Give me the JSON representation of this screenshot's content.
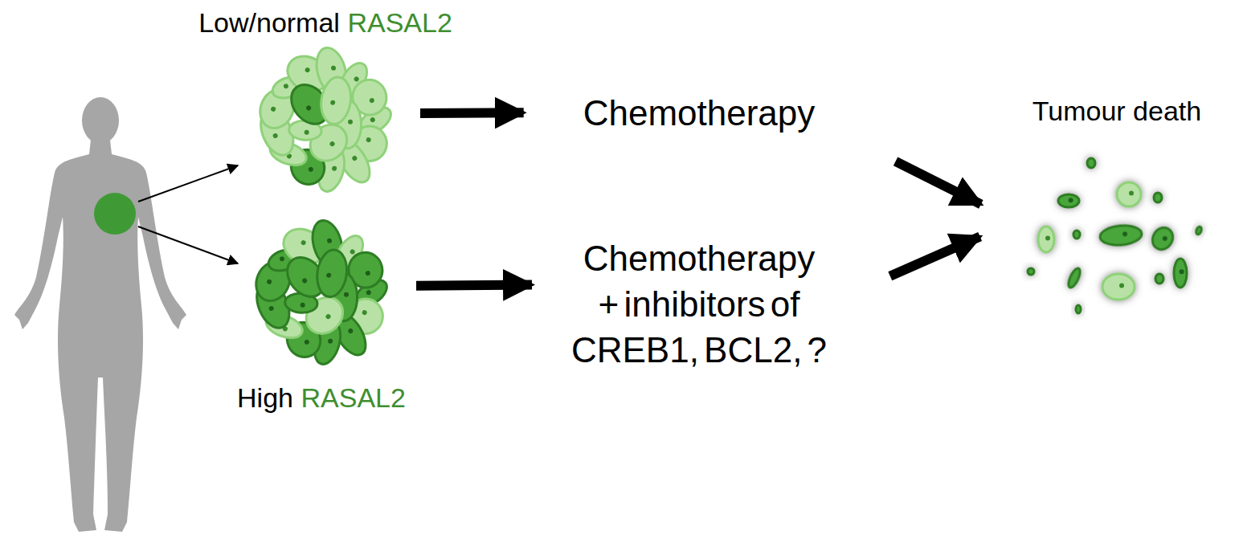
{
  "diagram": {
    "nodes": [
      {
        "text": [
          "Low/normal",
          "RASAL2"
        ]
      },
      {
        "text": [
          "Chemotherapy"
        ]
      },
      {
        "text": [
          "High",
          "RASAL2"
        ]
      },
      {
        "text": [
          "Chemotherapy + inhibitors of CREB1, BCL2, ?"
        ]
      },
      {
        "text": [
          "Tumour death"
        ]
      }
    ],
    "edges": [
      {
        "from": 0,
        "to": 1,
        "arrow": "to"
      },
      {
        "from": 2,
        "to": 3,
        "arrow": "to"
      },
      {
        "from": 1,
        "to": 4,
        "arrow": "to"
      },
      {
        "from": 3,
        "to": 4,
        "arrow": "to"
      }
    ]
  }
}
